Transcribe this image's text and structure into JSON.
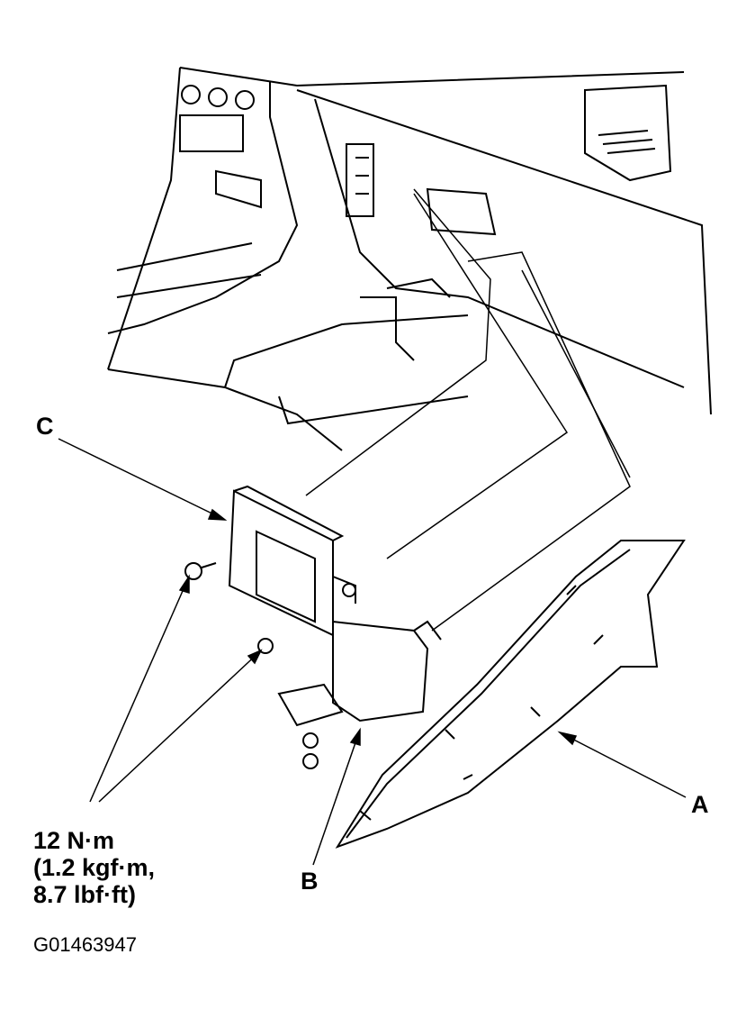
{
  "callouts": {
    "a": "A",
    "b": "B",
    "c": "C"
  },
  "torque": {
    "line1": "12 N·m",
    "line2": "(1.2 kgf·m,",
    "line3": "8.7 lbf·ft)"
  },
  "figure_code": "G01463947"
}
